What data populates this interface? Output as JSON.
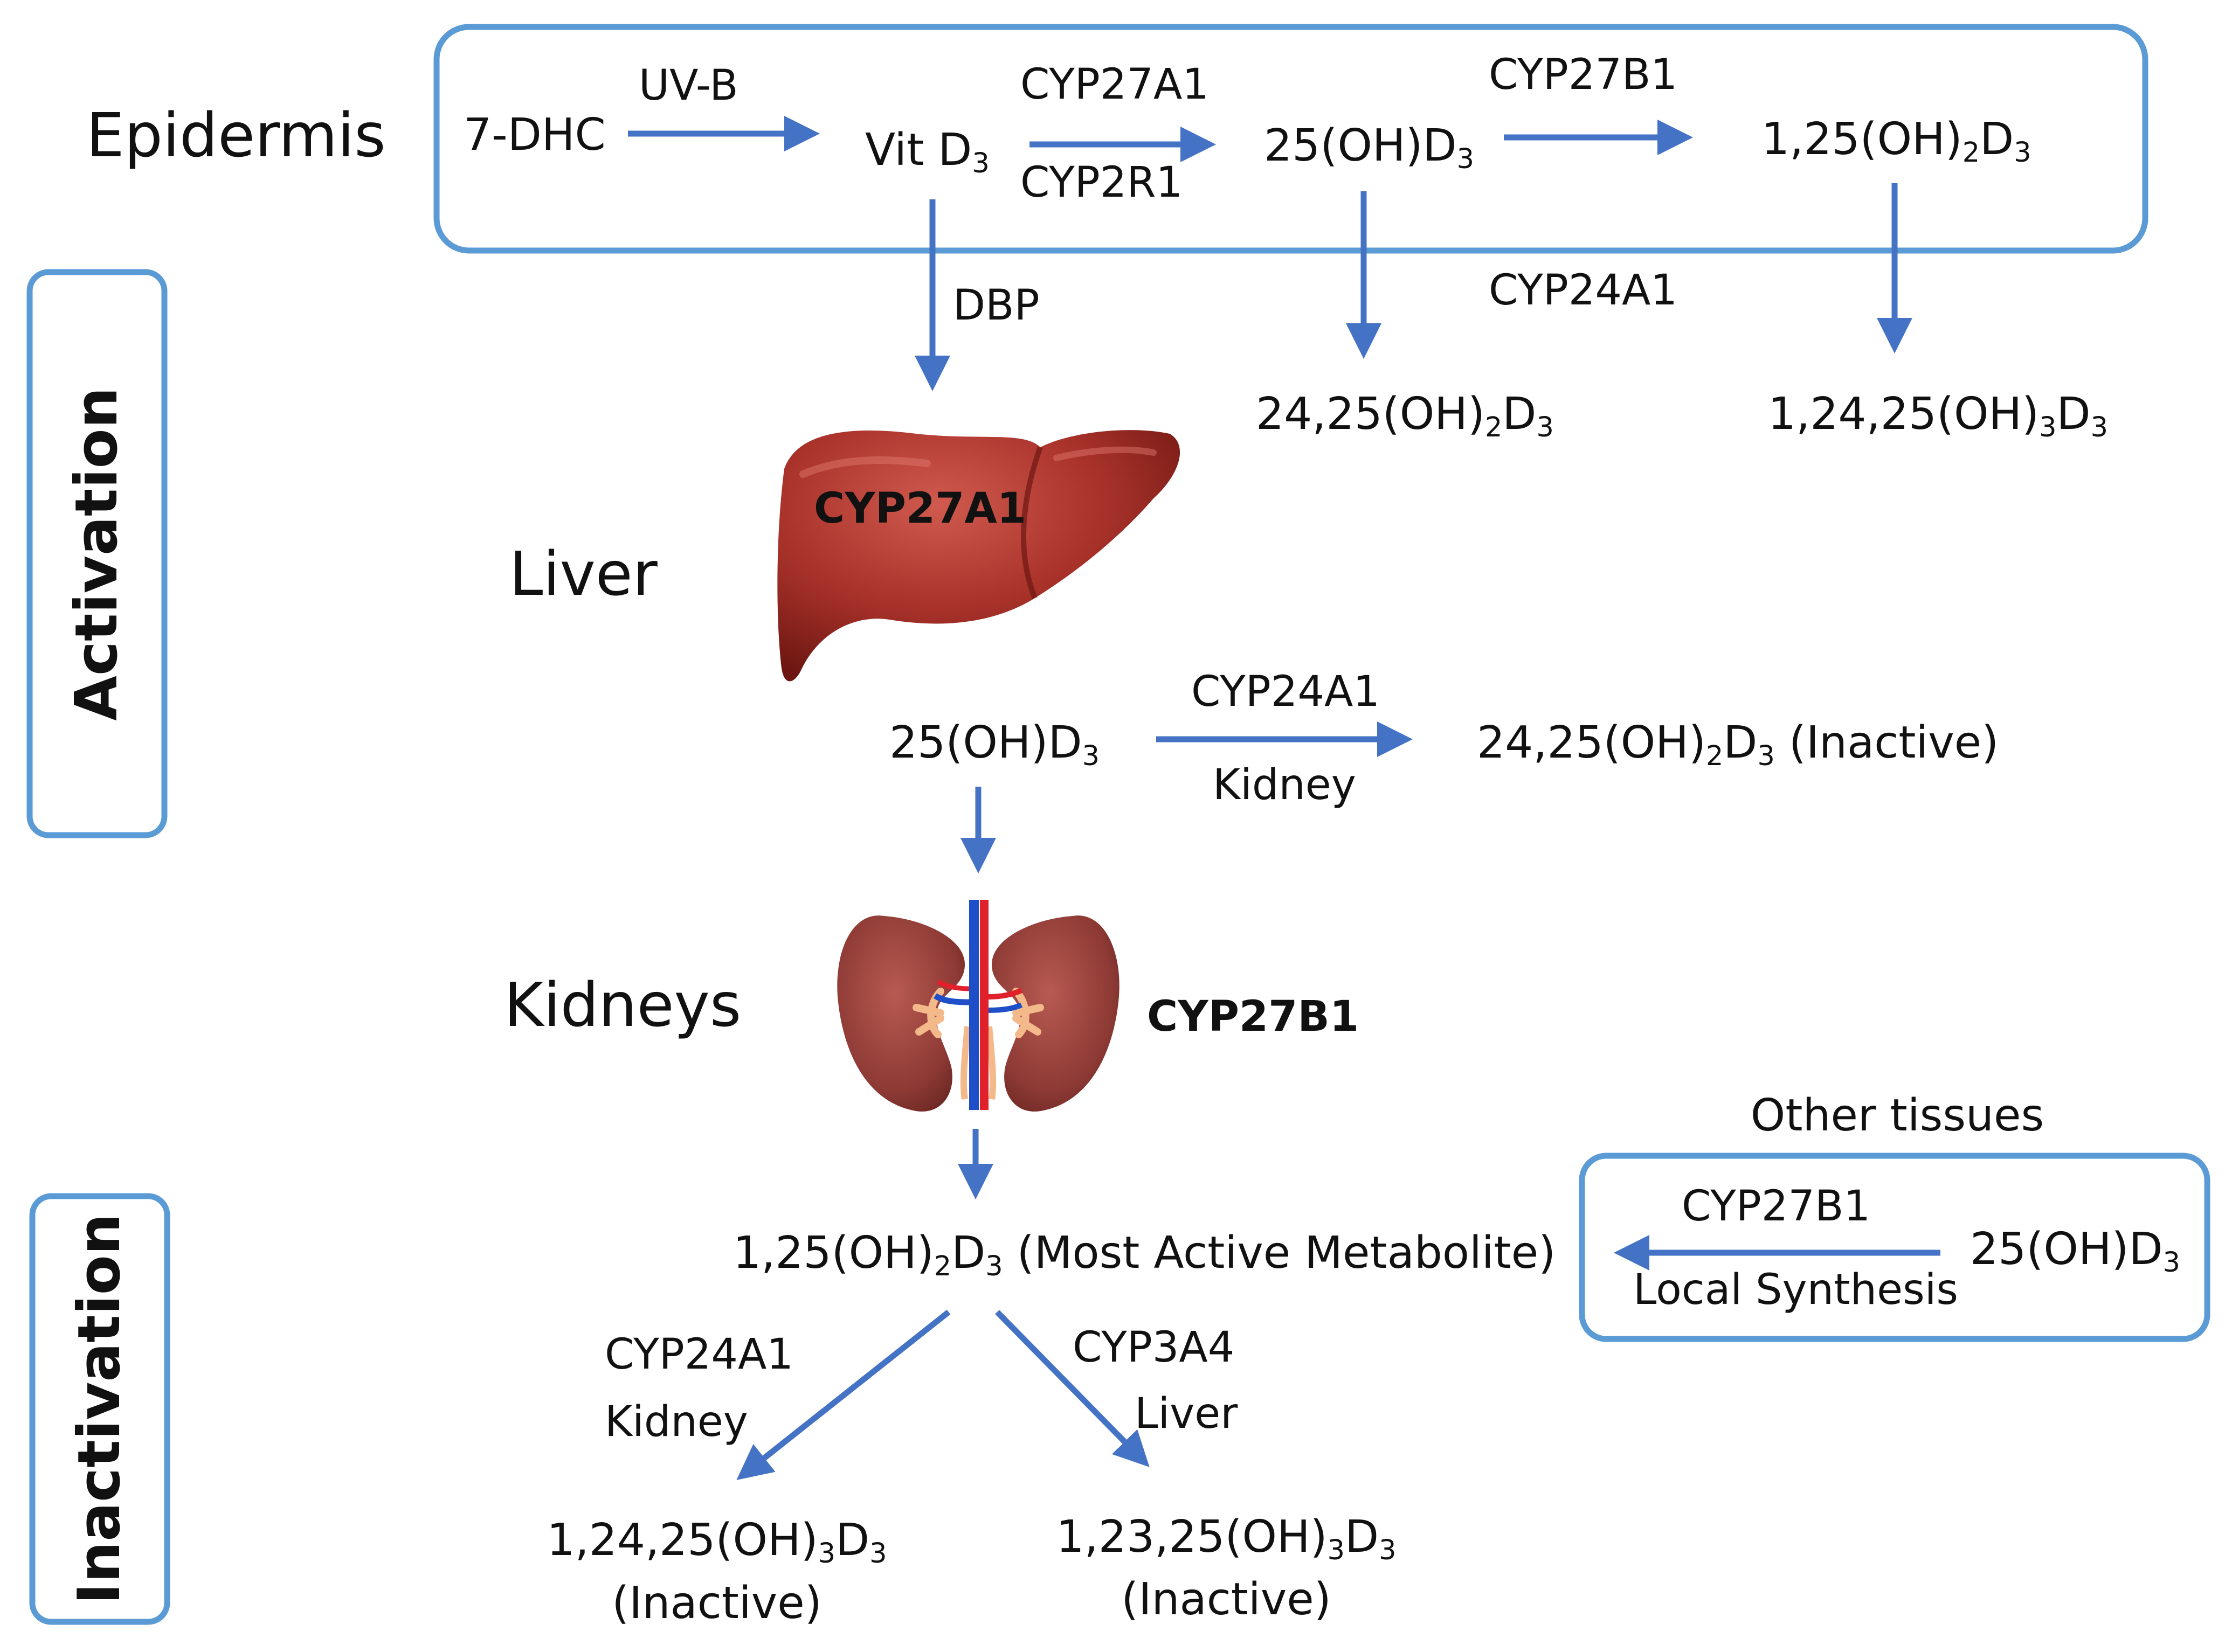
{
  "colors": {
    "arrow": "#4472C4",
    "box_stroke": "#5B9BD5",
    "liver": "#9B2B24",
    "kidney": "#8E3A35",
    "artery": "#E0202A",
    "vein": "#1F4FC8"
  },
  "regions": {
    "epidermis": "Epidermis",
    "liver": "Liver",
    "kidneys": "Kidneys",
    "activation": "Activation",
    "inactivation": "Inactivation",
    "other_tissues": "Other tissues"
  },
  "epidermis_pathway": {
    "seven_dhc": "7-DHC",
    "uvb": "UV-B",
    "vitd3": {
      "base": "Vit D",
      "sub": "3"
    },
    "cyp27a1": "CYP27A1",
    "cyp2r1": "CYP2R1",
    "ohd3": {
      "base": "25(OH)D",
      "sub": "3"
    },
    "cyp27b1": "CYP27B1",
    "dihydroxy": {
      "pre": "1,25(OH)",
      "s1": "2",
      "mid": "D",
      "s2": "3",
      "post": ""
    },
    "dbp": "DBP",
    "cyp24a1": "CYP24A1",
    "prod_24_25": {
      "pre": "24,25(OH)",
      "s1": "2",
      "mid": "D",
      "s2": "3",
      "post": ""
    },
    "prod_1_24_25": {
      "pre": "1,24,25(OH)",
      "s1": "3",
      "mid": "D",
      "s2": "3",
      "post": ""
    }
  },
  "liver_section": {
    "enzyme": "CYP27A1",
    "product": {
      "base": "25(OH)D",
      "sub": "3"
    },
    "cyp24a1": "CYP24A1",
    "kidney_label": "Kidney",
    "inactive_product": {
      "pre": "24,25(OH)",
      "s1": "2",
      "mid": "D",
      "s2": "3",
      "post": " (Inactive)"
    }
  },
  "kidney_section": {
    "enzyme": "CYP27B1",
    "active_metabolite": {
      "pre": "1,25(OH)",
      "s1": "2",
      "mid": "D",
      "s2": "3",
      "post": " (Most Active Metabolite)"
    }
  },
  "other_tissues": {
    "enzyme": "CYP27B1",
    "local_synthesis": "Local Synthesis",
    "substrate": {
      "base": "25(OH)D",
      "sub": "3"
    }
  },
  "inactivation": {
    "left_enzyme": "CYP24A1",
    "left_site": "Kidney",
    "right_enzyme": "CYP3A4",
    "right_site": "Liver",
    "left_product": {
      "pre": "1,24,25(OH)",
      "s1": "3",
      "mid": "D",
      "s2": "3",
      "post": ""
    },
    "right_product": {
      "pre": "1,23,25(OH)",
      "s1": "3",
      "mid": "D",
      "s2": "3",
      "post": ""
    },
    "inactive": "(Inactive)"
  }
}
